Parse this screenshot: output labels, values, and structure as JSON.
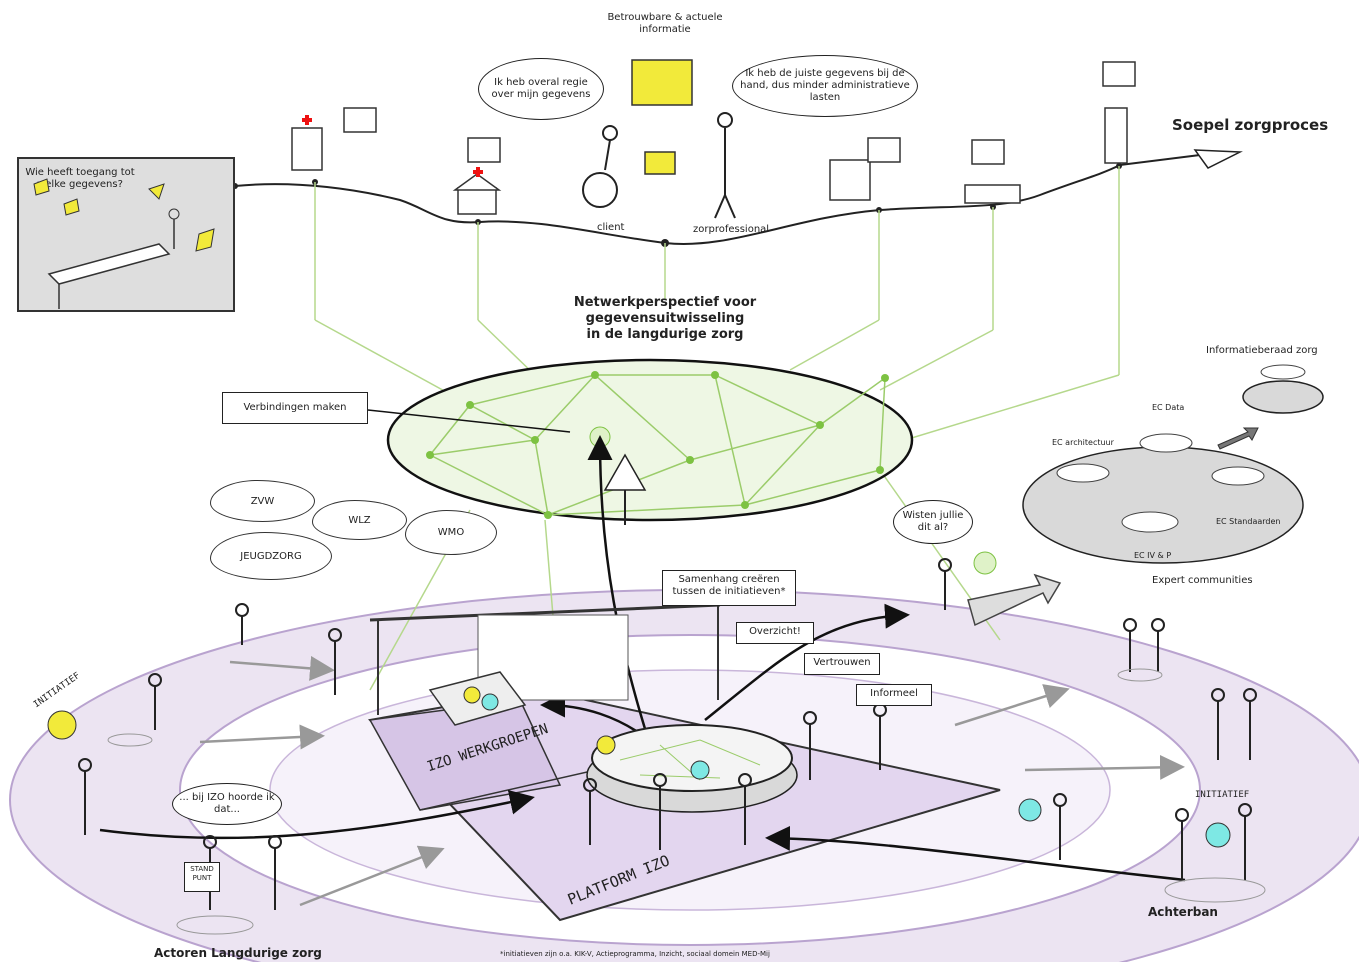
{
  "header": {
    "info_label": "Betrouwbare & actuele informatie",
    "flow_title": "Soepel zorgproces",
    "client_bubble": "Ik heb overal regie over mijn gegevens",
    "pro_bubble": "Ik heb de juiste gegevens bij de hand, dus minder administratieve lasten",
    "client_label": "client",
    "pro_label": "zorprofessional",
    "sketch_question": "Wie heeft toegang tot welke gegevens?"
  },
  "network": {
    "title_line1": "Netwerkperspectief voor",
    "title_line2": "gegevensuitwisseling",
    "title_line3": "in de langdurige zorg",
    "connect_label": "Verbindingen maken",
    "domains": [
      "ZVW",
      "WLZ",
      "JEUGDZORG",
      "WMO"
    ]
  },
  "expert": {
    "board_label": "Informatieberaad zorg",
    "ec_data": "EC Data",
    "ec_architecture": "EC architectuur",
    "ec_standards": "EC Standaarden",
    "ec_ivp": "EC IV & P",
    "communities_label": "Expert communities"
  },
  "platform": {
    "samenhang_label": "Samenhang creëren tussen de initiatieven*",
    "overview_label": "Overzicht!",
    "trust_label": "Vertrouwen",
    "informal_label": "Informeel",
    "wisten_bubble": "Wisten jullie dit al?",
    "izo_bubble": "... bij IZO hoorde ik dat...",
    "werkgroepen_label": "IZO WERKGROEPEN",
    "platform_label": "PLATFORM IZO",
    "initiatief_left": "INITIATIEF",
    "initiatief_right": "INITIATIEF",
    "sign_text": "STAND PUNT"
  },
  "footer": {
    "actors_label": "Actoren Langdurige zorg",
    "backing_label": "Achterban",
    "footnote": "*initiatieven zijn o.a. KIK-V, Actieprogramma, Inzicht, sociaal domein MED-Mij"
  },
  "colors": {
    "line_green": "#b5d88c",
    "node_green": "#7dc242",
    "ellipse_fill": "#eef7e4",
    "purple_light": "#ece4f2",
    "purple_mid": "#d6c5e6",
    "yellow": "#f2ea3a",
    "cyan": "#7ee8e4"
  }
}
